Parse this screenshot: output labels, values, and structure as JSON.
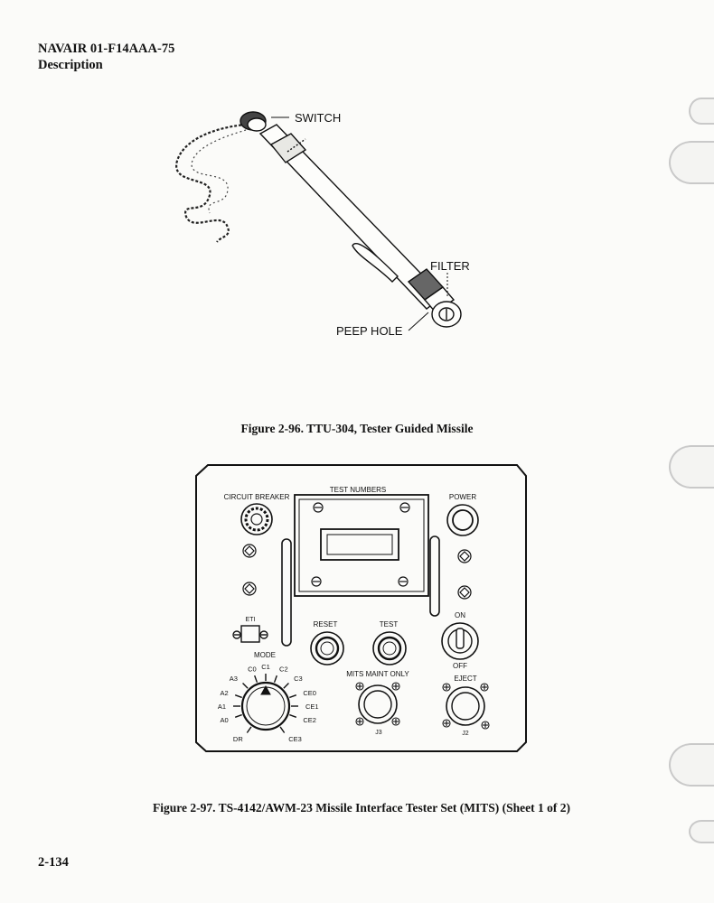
{
  "header": {
    "doc_id": "NAVAIR 01-F14AAA-75",
    "section": "Description"
  },
  "figure1": {
    "caption": "Figure 2-96. TTU-304, Tester Guided Missile",
    "labels": {
      "switch": "SWITCH",
      "filter": "FILTER",
      "peep_hole": "PEEP HOLE"
    }
  },
  "figure2": {
    "caption": "Figure 2-97. TS-4142/AWM-23 Missile Interface Tester Set (MITS) (Sheet 1 of 2)",
    "labels": {
      "circuit_breaker": "CIRCUIT BREAKER",
      "test_numbers": "TEST NUMBERS",
      "power": "POWER",
      "eti": "ETI",
      "reset": "RESET",
      "test": "TEST",
      "on": "ON",
      "off": "OFF",
      "mode": "MODE",
      "mits_maint_only": "MITS MAINT ONLY",
      "eject": "EJECT",
      "j3": "J3",
      "j2": "J2"
    },
    "mode_positions": [
      "DR",
      "A0",
      "A1",
      "A2",
      "A3",
      "C0",
      "C1",
      "C2",
      "C3",
      "CE0",
      "CE1",
      "CE2",
      "CE3"
    ]
  },
  "page_number": "2-134"
}
